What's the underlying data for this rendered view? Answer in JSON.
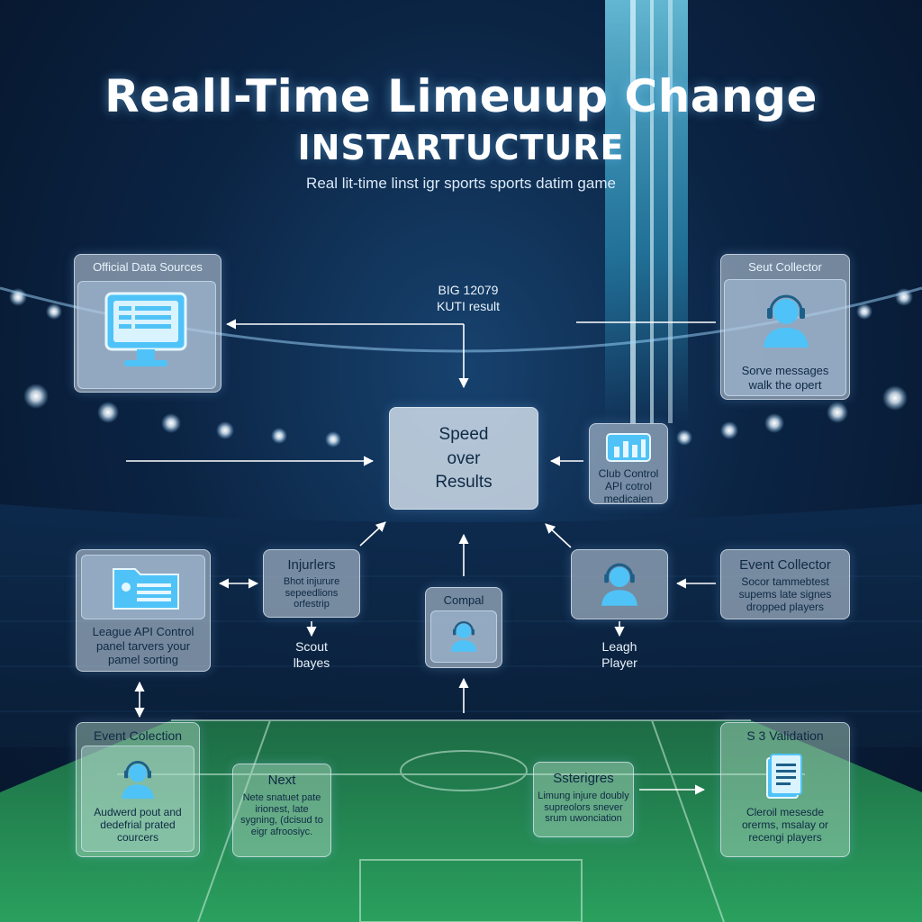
{
  "title_line1": "Reall-Time Limeuup Change",
  "title_line2": "INSTARTUCTURE",
  "subtitle": "Real lit-time linst igr sports sports datim game",
  "nodes": {
    "official_data": {
      "title": "Official Data Sources"
    },
    "scout_collector": {
      "title": "Seut Collector",
      "desc": "Sorve messages walk the opert"
    },
    "top_annotation": {
      "line1": "BIG 12079",
      "line2": "KUTI result"
    },
    "center": {
      "line1": "Speed",
      "line2": "over",
      "line3": "Results"
    },
    "club_control": {
      "line1": "Club Control",
      "line2": "API cotrol",
      "line3": "medicaien"
    },
    "injuries": {
      "title": "Injurlers",
      "desc": "Bhot injurure sepeedlions orfestrip"
    },
    "scout_players": {
      "line1": "Scout",
      "line2": "lbayes"
    },
    "league_api": {
      "desc": "League API Control panel tarvers your pamel sorting"
    },
    "compal": {
      "title": "Compal"
    },
    "event_collector_right": {
      "title": "Event Collector",
      "desc": "Socor tammebtest supems late signes dropped players"
    },
    "leagh_player": {
      "line1": "Leagh",
      "line2": "Player"
    },
    "event_collection_left": {
      "title": "Event Colection",
      "desc": "Audwerd pout and dedefrial prated courcers"
    },
    "next": {
      "title": "Next",
      "desc": "Nete snatuet pate irionest, late sygning, (dcisud to eigr afroosiyc."
    },
    "ssterigres": {
      "title": "Ssterigres",
      "desc": "Limung injure doubly supreolors snever srum uwonciation"
    },
    "validation": {
      "title": "S 3 Validation",
      "desc": "Cleroil mesesde orerms, msalay or recengi players"
    }
  },
  "colors": {
    "accent": "#4fc3f7",
    "card": "#cddcea",
    "pitch": "#1f7a4a"
  },
  "icons": {
    "official_data": "monitor-icon",
    "scout_collector": "headset-person-icon",
    "club_control": "bar-chart-icon",
    "league_api": "folder-list-icon",
    "compal": "headset-person-icon",
    "event_collector_right": "headset-person-icon",
    "event_collection_left": "headset-person-icon",
    "validation": "document-icon"
  }
}
